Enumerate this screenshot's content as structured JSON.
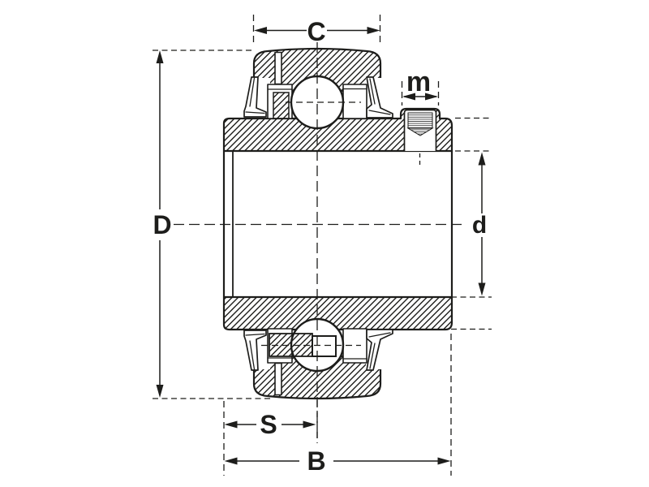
{
  "diagram": {
    "kind": "bearing-insert-cross-section",
    "dimensions": {
      "outer_ring_width": {
        "label": "C"
      },
      "set_screw_size": {
        "label": "m"
      },
      "outer_diameter": {
        "label": "D"
      },
      "bore_diameter": {
        "label": "d"
      },
      "inner_ring_offset": {
        "label": "S"
      },
      "inner_ring_width": {
        "label": "B"
      }
    }
  },
  "colors": {
    "line": "#1d1d1b",
    "background": "#ffffff"
  }
}
